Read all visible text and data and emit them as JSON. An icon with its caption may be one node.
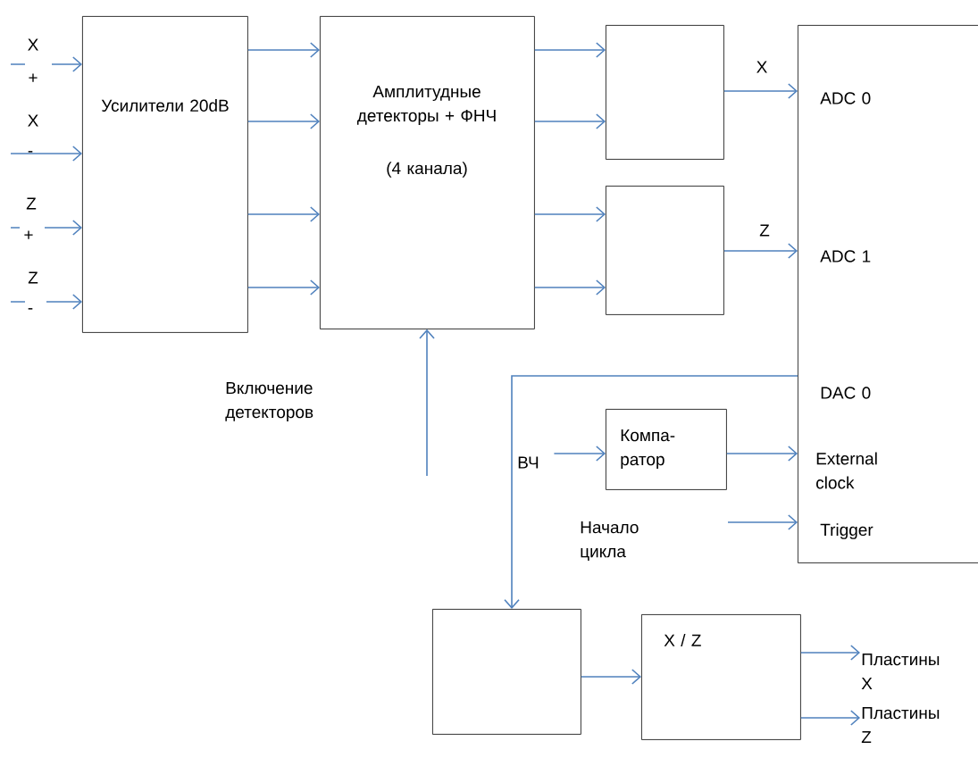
{
  "diagram": {
    "nodes": [
      {
        "text": [
          "Усилители 20dB"
        ]
      },
      {
        "text": [
          "Амплитудные детекторы + ФНЧ",
          "(4 канала)"
        ]
      },
      {
        "text": [],
        "shape": "box"
      },
      {
        "text": [],
        "shape": "box"
      },
      {
        "text": [
          "ADC 0",
          "ADC 1",
          "DAC 0",
          "External clock",
          "Trigger"
        ]
      },
      {
        "text": [
          "Компа- ратор"
        ]
      },
      {
        "text": [],
        "shape": "box"
      },
      {
        "text": [
          "X / Z"
        ]
      },
      {
        "text": [
          "Включение детекторов"
        ]
      },
      {
        "text": [
          "ВЧ"
        ]
      },
      {
        "text": [
          "Начало цикла"
        ]
      },
      {
        "text": [
          "Пластины X"
        ]
      },
      {
        "text": [
          "Пластины Z"
        ]
      }
    ],
    "edges": [
      {
        "from": null,
        "to": 0,
        "arrow": "to"
      },
      {
        "from": null,
        "to": 0,
        "arrow": "to"
      },
      {
        "from": null,
        "to": 0,
        "arrow": "to"
      },
      {
        "from": null,
        "to": 0,
        "arrow": "to"
      },
      {
        "from": 0,
        "to": 1,
        "arrow": "to"
      },
      {
        "from": 0,
        "to": 1,
        "arrow": "to"
      },
      {
        "from": 0,
        "to": 1,
        "arrow": "to"
      },
      {
        "from": 0,
        "to": 1,
        "arrow": "to"
      },
      {
        "from": 1,
        "to": 2,
        "arrow": "to"
      },
      {
        "from": 1,
        "to": 2,
        "arrow": "to"
      },
      {
        "from": 1,
        "to": 3,
        "arrow": "to"
      },
      {
        "from": 1,
        "to": 3,
        "arrow": "to"
      },
      {
        "from": 2,
        "to": 4,
        "arrow": "to",
        "label": "X"
      },
      {
        "from": 3,
        "to": 4,
        "arrow": "to",
        "label": "Z"
      },
      {
        "from": null,
        "to": 1,
        "arrow": "to"
      },
      {
        "from": 4,
        "to": 6,
        "arrow": "to"
      },
      {
        "from": 9,
        "to": 5,
        "arrow": "to"
      },
      {
        "from": 5,
        "to": 4,
        "arrow": "to"
      },
      {
        "from": null,
        "to": 4,
        "arrow": "to"
      },
      {
        "from": 6,
        "to": 7,
        "arrow": "to"
      },
      {
        "from": 7,
        "to": 11,
        "arrow": "to"
      },
      {
        "from": 7,
        "to": 12,
        "arrow": "to"
      }
    ],
    "labels": [
      "X",
      "+",
      "X",
      "-",
      "Z",
      "+",
      "Z",
      "-"
    ]
  }
}
